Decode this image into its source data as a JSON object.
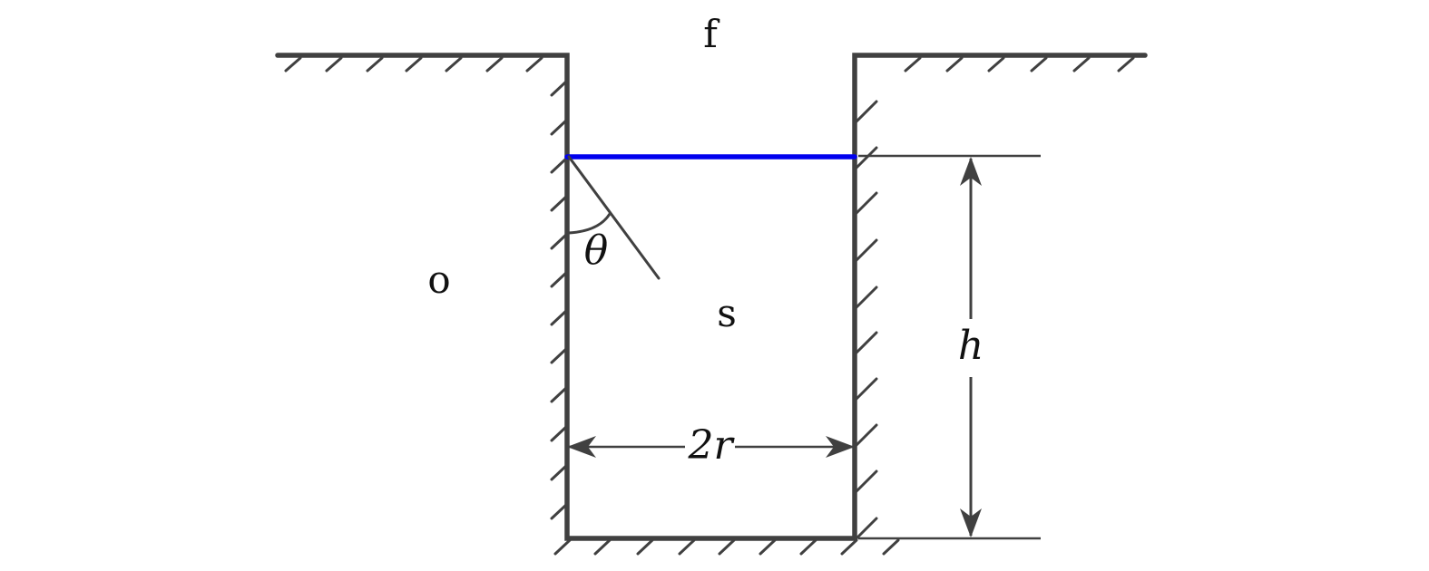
{
  "labels": {
    "top_region": "f",
    "left_region": "o",
    "inner_region": "s",
    "angle": "θ",
    "height": "h",
    "width": "2r"
  },
  "colors": {
    "wall": "#404040",
    "interface": "#0000ee",
    "text": "#111111",
    "background": "#ffffff"
  }
}
